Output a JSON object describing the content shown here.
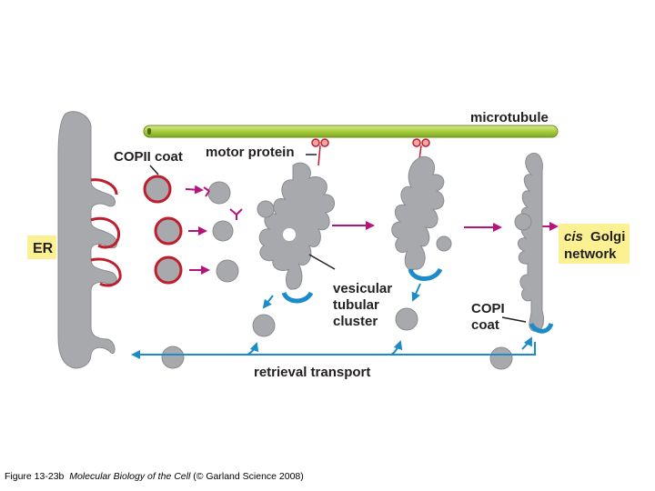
{
  "labels": {
    "microtubule": "microtubule",
    "copii_coat": "COPII coat",
    "motor_protein": "motor protein",
    "er": "ER",
    "vesicular": "vesicular",
    "tubular": "tubular",
    "cluster": "cluster",
    "copi": "COPI",
    "coat": "coat",
    "cis": "cis",
    "golgi": "Golgi",
    "network": "network",
    "retrieval_transport": "retrieval transport"
  },
  "caption": {
    "prefix": "Figure 13-23b",
    "book": "Molecular Biology of the Cell",
    "suffix": "(© Garland Science 2008)"
  },
  "colors": {
    "membrane_gray": "#a7a9ac",
    "copii_red": "#be1e2d",
    "copi_blue": "#1b8bc9",
    "arrow_magenta": "#b5157a",
    "arrow_blue": "#1b8bc9",
    "microtubule_green": "#a6ce39",
    "label_box_yellow": "#fbf193"
  }
}
